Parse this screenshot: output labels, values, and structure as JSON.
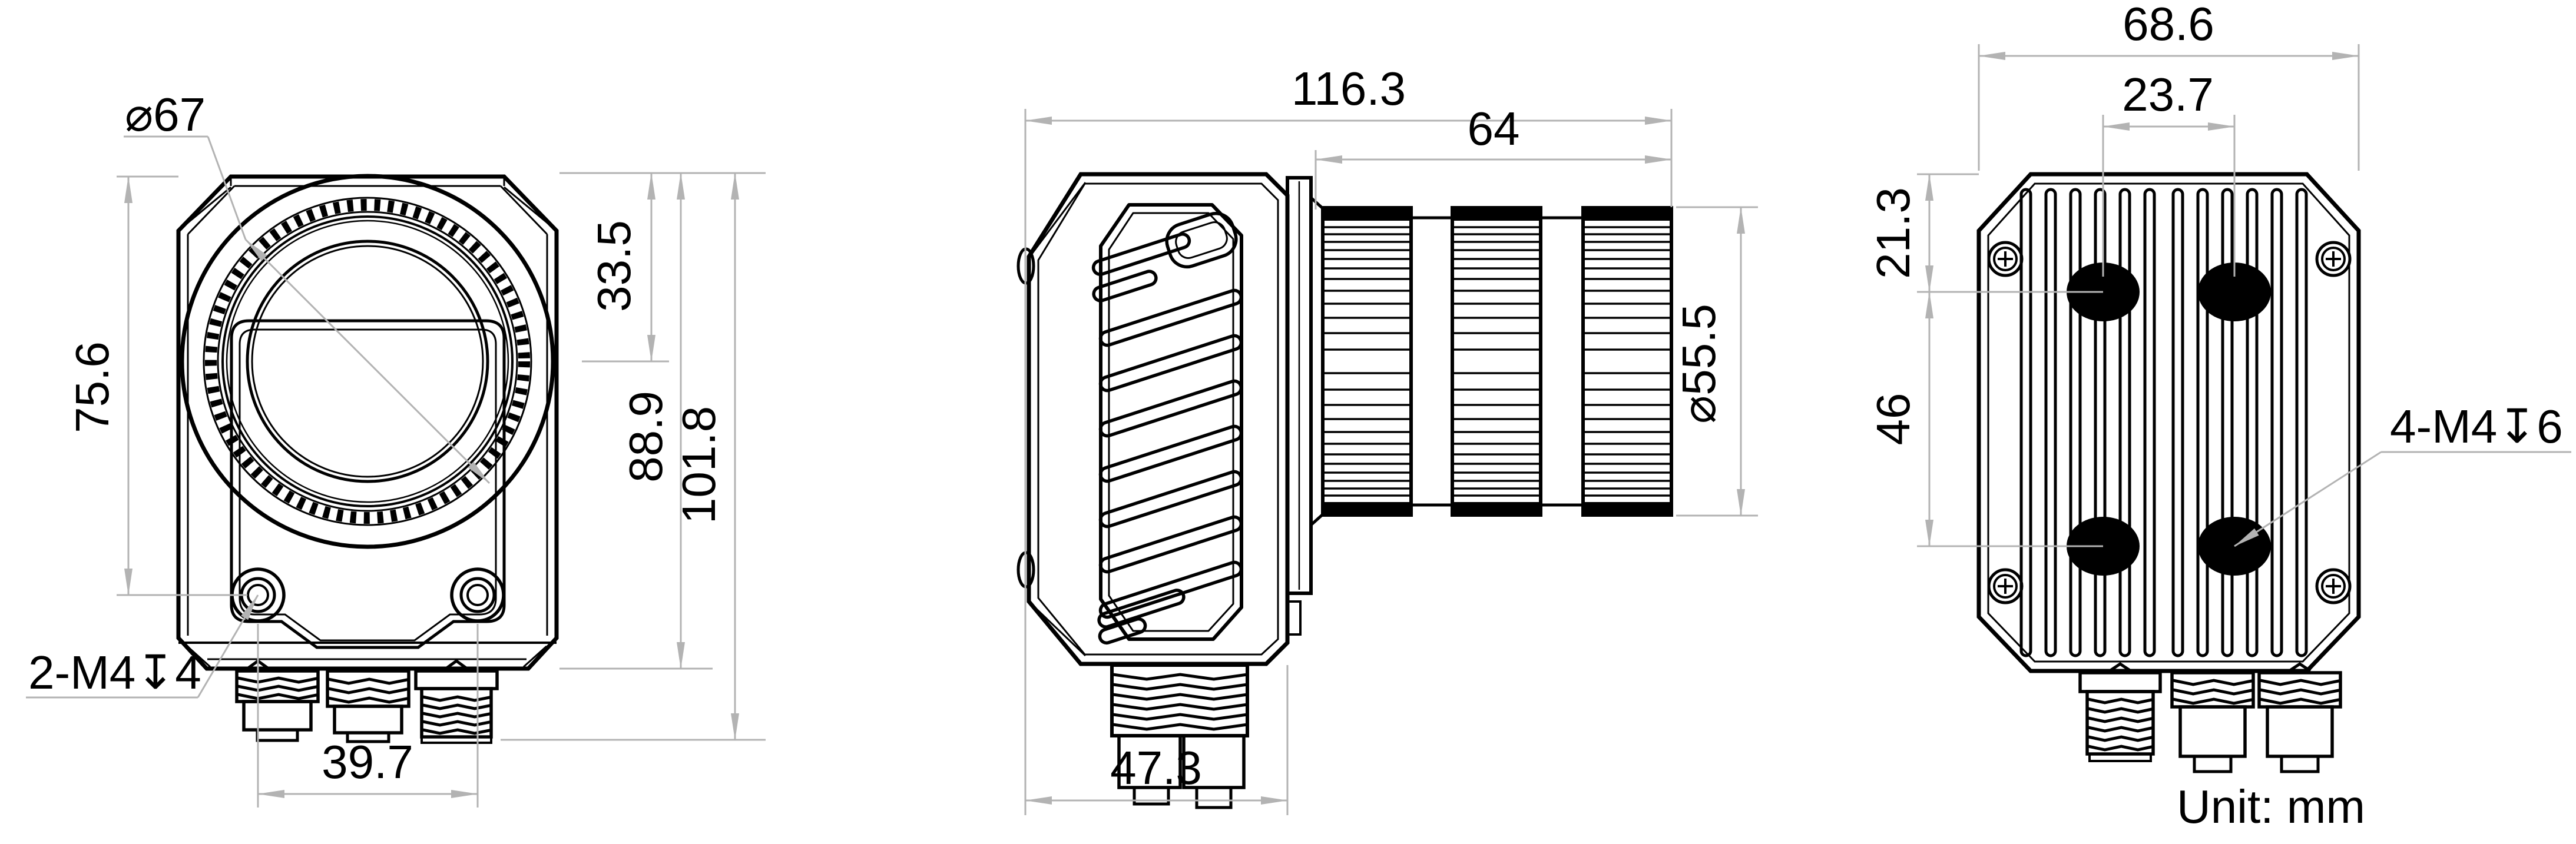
{
  "unit_note": "Unit: mm",
  "colors": {
    "drawing": "#000000",
    "dimension": "#b3b3b3",
    "background": "#ffffff"
  },
  "front": {
    "lens_dia": "⌀67",
    "hole_height": "75.6",
    "center_offset": "33.5",
    "body_height": "88.9",
    "total_height": "101.8",
    "hole_span": "39.7",
    "mount_thread": "2-M4↧4"
  },
  "side": {
    "total_length": "116.3",
    "lens_length": "64",
    "lens_dia": "⌀55.5",
    "body_depth": "47.3"
  },
  "back": {
    "width": "68.6",
    "hole_span_h": "23.7",
    "hole_top_offset": "21.3",
    "hole_span_v": "46",
    "mount_thread": "4-M4↧6"
  }
}
